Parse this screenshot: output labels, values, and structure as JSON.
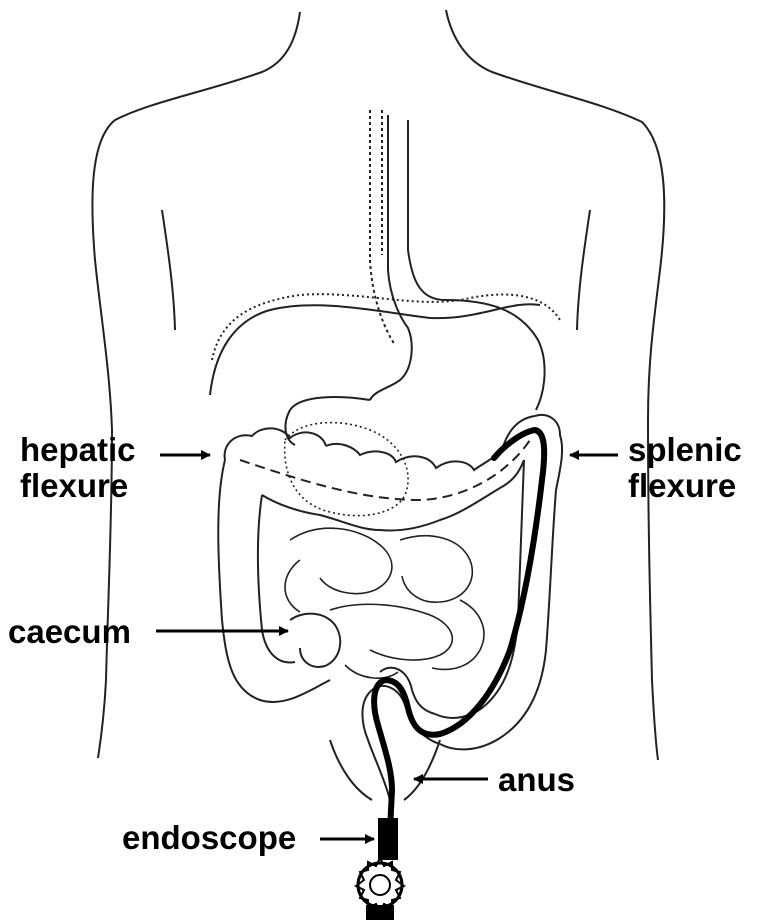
{
  "labels": {
    "hepatic": [
      "hepatic",
      "flexure"
    ],
    "splenic": [
      "splenic",
      "flexure"
    ],
    "caecum": "caecum",
    "anus": "anus",
    "endoscope": "endoscope"
  },
  "colors": {
    "outline": "#222222",
    "endoscope": "#000000",
    "text": "#000000"
  }
}
